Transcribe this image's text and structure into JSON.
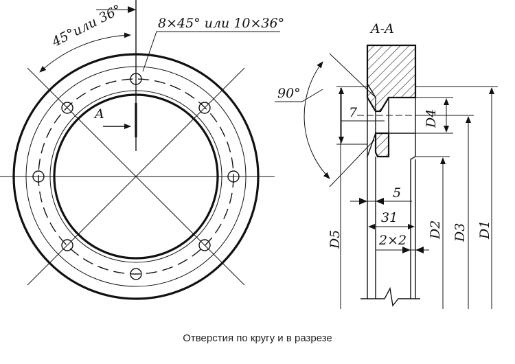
{
  "labels": {
    "angle_top": "45°или 36°",
    "holes_note": "8×45° или 10×36°",
    "view_a": "A",
    "section_title": "A-A",
    "angle_90": "90°",
    "dim_7": "7",
    "dim_5": "5",
    "dim_31": "31",
    "dim_2x2": "2×2",
    "d1": "D1",
    "d2": "D2",
    "d3": "D3",
    "d4": "D4",
    "d5": "D5"
  },
  "caption": "Отверстия по кругу и в разрезе"
}
